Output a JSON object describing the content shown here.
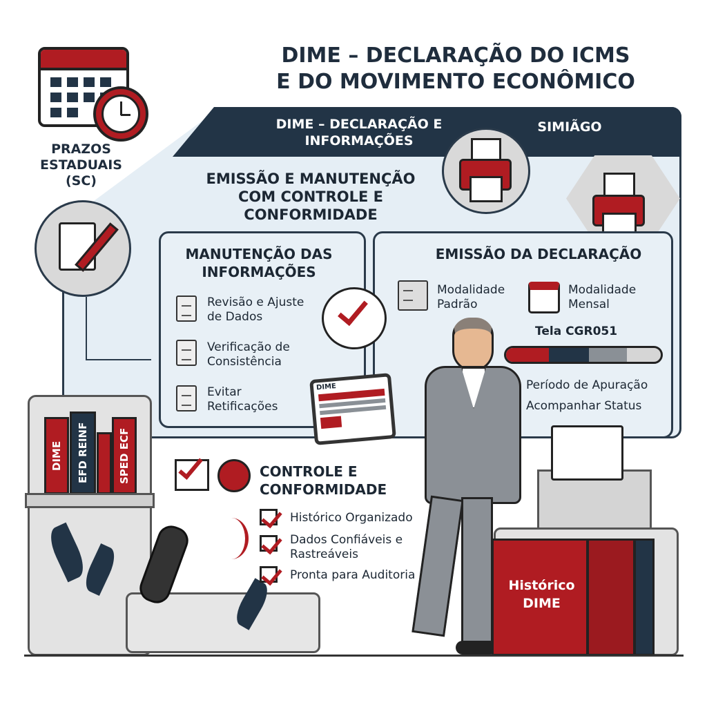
{
  "title": {
    "line1": "DIME – DECLARAÇÃO DO ICMS",
    "line2": "E DO MOVIMENTO ECONÔMICO"
  },
  "deadlines": {
    "label": "PRAZOS ESTADUAIS (SC)"
  },
  "header_band": {
    "left": "DIME – DECLARAÇÃO E INFORMAÇÕES",
    "right": "SIMIÃGO"
  },
  "main_heading": "EMISSÃO E MANUTENÇÃO COM CONTROLE E CONFORMIDADE",
  "maintenance": {
    "title": "MANUTENÇÃO DAS INFORMAÇÕES",
    "items": [
      "Revisão e Ajuste de Dados",
      "Verificação de Consistência",
      "Evitar Retificações"
    ]
  },
  "emission": {
    "title": "EMISSÃO DA DECLARAÇÃO",
    "modality_standard": "Modalidade Padrão",
    "modality_monthly": "Modalidade Mensal",
    "screen": "Tela CGR051",
    "progress_steps": 4,
    "progress_active_steps": 2,
    "period": "Período de Apuração",
    "status": "Acompanhar Status"
  },
  "tablet": {
    "label": "DIME"
  },
  "books": [
    "DIME",
    "EFD REINF",
    "SPED ECF"
  ],
  "control": {
    "title": "CONTROLE E CONFORMIDADE",
    "items": [
      "Histórico Organizado",
      "Dados Confiáveis e Rastreáveis",
      "Pronta para Auditoria"
    ]
  },
  "archive": {
    "label": "Histórico DIME"
  },
  "colors": {
    "navy": "#223446",
    "red": "#b01c22",
    "panel": "#e5eef5"
  }
}
